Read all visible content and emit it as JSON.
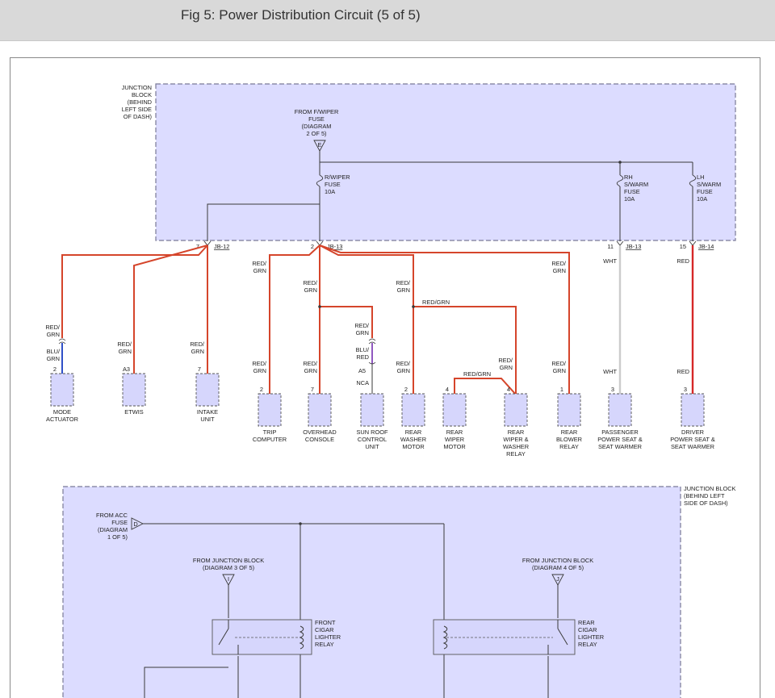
{
  "page": {
    "title": "Fig 5: Power Distribution Circuit (5 of 5)"
  },
  "colors": {
    "block_fill": "#dcdcff",
    "block_border": "#7a7a96",
    "component_fill": "#d6d6fc",
    "wire_black": "#3a3a3a",
    "wire_red_grn": "#d5452b",
    "wire_red": "#d62828",
    "wire_blue": "#3050c8",
    "wire_purple": "#9058c0",
    "wire_white": "#cccccc"
  },
  "upper_block": {
    "label": [
      "JUNCTION",
      "BLOCK",
      "(BEHIND",
      "LEFT SIDE",
      "OF DASH)"
    ],
    "feed": {
      "label": [
        "FROM F/WIPER",
        "FUSE",
        "(DIAGRAM",
        "2 OF 5)"
      ],
      "letter": "E"
    },
    "fuses": [
      {
        "label": [
          "R/WIPER",
          "FUSE",
          "10A"
        ]
      },
      {
        "label": [
          "RH",
          "S/WARM",
          "FUSE",
          "10A"
        ]
      },
      {
        "label": [
          "LH",
          "S/WARM",
          "FUSE",
          "10A"
        ]
      }
    ],
    "terminals": [
      {
        "pin": "7",
        "ref": "JB-12"
      },
      {
        "pin": "2",
        "ref": "JB-13"
      },
      {
        "pin": "11",
        "ref": "JB-13"
      },
      {
        "pin": "15",
        "ref": "JB-14"
      }
    ]
  },
  "wire_labels": {
    "mode_upper": [
      "RED/",
      "GRN"
    ],
    "mode_lower": [
      "BLU/",
      "GRN"
    ],
    "etwis": [
      "RED/",
      "GRN"
    ],
    "intake": [
      "RED/",
      "GRN"
    ],
    "trip_upper": [
      "RED/",
      "GRN"
    ],
    "trip_lower": [
      "RED/",
      "GRN"
    ],
    "overhead_upper": [
      "RED/",
      "GRN"
    ],
    "overhead_lower": [
      "RED/",
      "GRN"
    ],
    "sunroof_upper": [
      "RED/",
      "GRN"
    ],
    "sunroof_mid": [
      "BLU/",
      "RED"
    ],
    "sunroof_pin": "A5",
    "sunroof_nca": "NCA",
    "washer_upper": [
      "RED/",
      "GRN"
    ],
    "washer_lower": [
      "RED/",
      "GRN"
    ],
    "washer_branch": "RED/GRN",
    "wiper_jumper": "RED/GRN",
    "relay_in": [
      "RED/",
      "GRN"
    ],
    "blower_upper": [
      "RED/",
      "GRN"
    ],
    "blower_lower": [
      "RED/",
      "GRN"
    ],
    "pass_upper": "WHT",
    "pass_lower": "WHT",
    "driver_upper": "RED",
    "driver_lower": "RED"
  },
  "components": [
    {
      "name": "mode-actuator",
      "pin": "2",
      "label": [
        "MODE",
        "ACTUATOR"
      ]
    },
    {
      "name": "etwis",
      "pin": "A3",
      "label": [
        "ETWIS"
      ]
    },
    {
      "name": "intake-unit",
      "pin": "7",
      "label": [
        "INTAKE",
        "UNIT"
      ]
    },
    {
      "name": "trip-computer",
      "pin": "2",
      "label": [
        "TRIP",
        "COMPUTER"
      ]
    },
    {
      "name": "overhead-console",
      "pin": "7",
      "label": [
        "OVERHEAD",
        "CONSOLE"
      ]
    },
    {
      "name": "sun-roof-control-unit",
      "pin": "",
      "label": [
        "SUN ROOF",
        "CONTROL",
        "UNIT"
      ]
    },
    {
      "name": "rear-washer-motor",
      "pin": "2",
      "label": [
        "REAR",
        "WASHER",
        "MOTOR"
      ]
    },
    {
      "name": "rear-wiper-motor",
      "pin": "4",
      "label": [
        "REAR",
        "WIPER",
        "MOTOR"
      ]
    },
    {
      "name": "rear-wiper-washer-relay",
      "pin": "4",
      "label": [
        "REAR",
        "WIPER &",
        "WASHER",
        "RELAY"
      ]
    },
    {
      "name": "rear-blower-relay",
      "pin": "1",
      "label": [
        "REAR",
        "BLOWER",
        "RELAY"
      ]
    },
    {
      "name": "passenger-power-seat-seat-warmer",
      "pin": "3",
      "label": [
        "PASSENGER",
        "POWER SEAT &",
        "SEAT WARMER"
      ]
    },
    {
      "name": "driver-power-seat-seat-warmer",
      "pin": "3",
      "label": [
        "DRIVER",
        "POWER SEAT &",
        "SEAT WARMER"
      ]
    }
  ],
  "lower_block": {
    "label": [
      "JUNCTION BLOCK",
      "(BEHIND LEFT",
      "SIDE OF DASH)"
    ],
    "acc_feed": {
      "label": [
        "FROM ACC",
        "FUSE",
        "(DIAGRAM",
        "1 OF 5)"
      ],
      "letter": "D"
    },
    "feed_i": {
      "label": [
        "FROM JUNCTION BLOCK",
        "(DIAGRAM 3 OF 5)"
      ],
      "letter": "I"
    },
    "feed_j": {
      "label": [
        "FROM JUNCTION BLOCK",
        "(DIAGRAM 4 OF 5)"
      ],
      "letter": "J"
    },
    "relays": [
      {
        "name": "front-cigar-lighter-relay",
        "label": [
          "FRONT",
          "CIGAR",
          "LIGHTER",
          "RELAY"
        ]
      },
      {
        "name": "rear-cigar-lighter-relay",
        "label": [
          "REAR",
          "CIGAR",
          "LIGHTER",
          "RELAY"
        ]
      }
    ]
  }
}
